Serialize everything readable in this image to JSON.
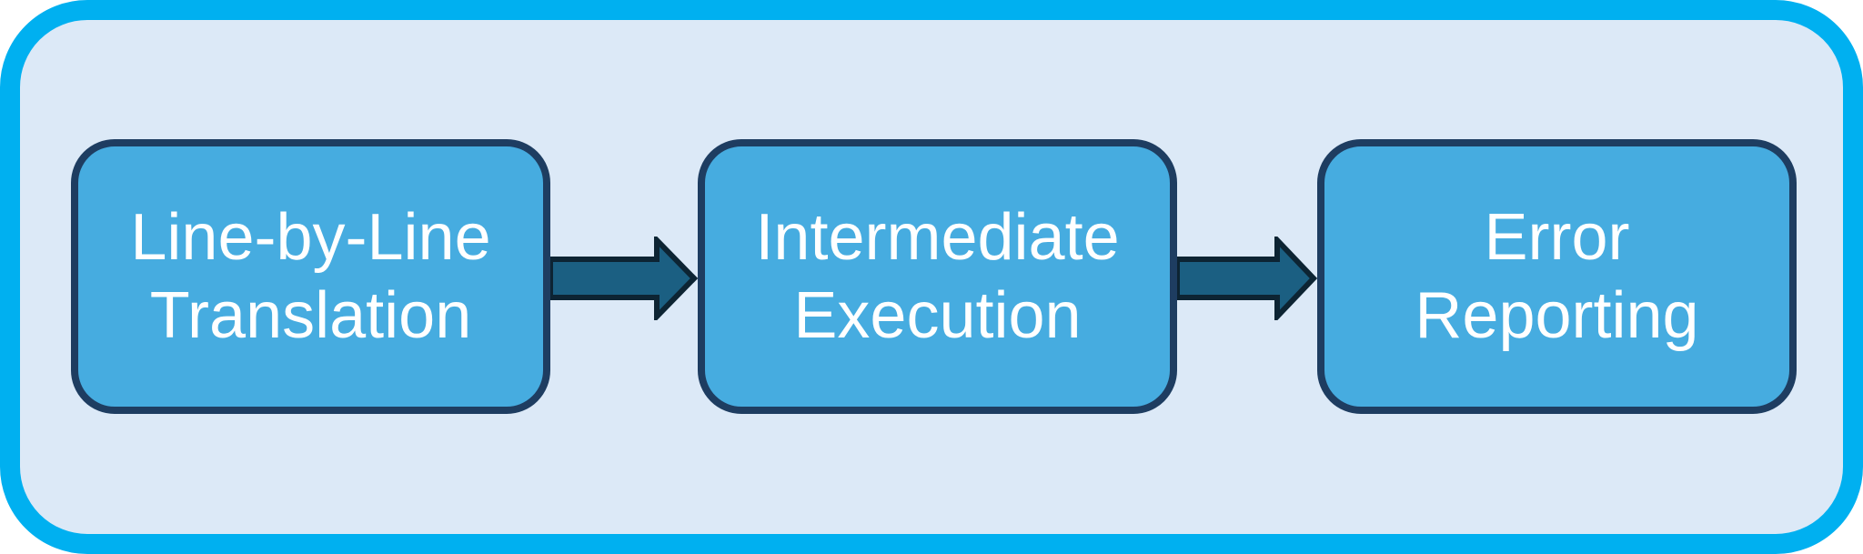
{
  "diagram": {
    "type": "horizontal-process-flow",
    "steps": [
      {
        "id": "step-1",
        "label": "Line-by-Line\nTranslation"
      },
      {
        "id": "step-2",
        "label": "Intermediate\nExecution"
      },
      {
        "id": "step-3",
        "label": "Error\nReporting"
      }
    ],
    "connectors": [
      {
        "from": "step-1",
        "to": "step-2",
        "shape": "right-arrow"
      },
      {
        "from": "step-2",
        "to": "step-3",
        "shape": "right-arrow"
      }
    ]
  },
  "colors": {
    "frame_border": "#00B0F0",
    "frame_bg": "#DCE9F7",
    "box_fill": "#46ACE0",
    "box_border": "#1E3D61",
    "arrow_fill": "#1B5F82",
    "arrow_outline": "#0D2433",
    "text": "#FFFFFF"
  }
}
